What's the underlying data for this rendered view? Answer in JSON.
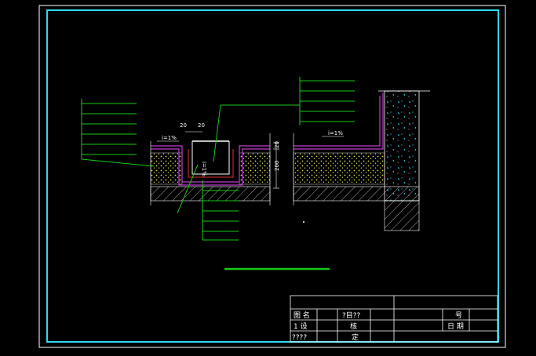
{
  "colors": {
    "background": "#000000",
    "frame_outer": "#ffffff",
    "frame_inner": "#33d6f0",
    "leader": "#19c819",
    "membrane": "#c03cd0",
    "insulation_fill": "#d8d84a",
    "slab": "#9a9a9a",
    "hatch": "#ffffff",
    "waterproof_red": "#e03030",
    "dimension": "#ffffff"
  },
  "labels": {
    "slope_left": "i=1%",
    "slope_right": "i=1%",
    "slope_gutter": "i=1%",
    "dim_width_left": "20",
    "dim_width_right": "20",
    "dim_depth_top": "20",
    "dim_depth_total": "200"
  },
  "title_block": {
    "drawing_label": "图 名",
    "drawing_value": "?目??",
    "design_label": "1 设",
    "design_value": "核",
    "check_label": "????",
    "check_value": "定",
    "number_label": "号",
    "date_label": "日 期"
  }
}
